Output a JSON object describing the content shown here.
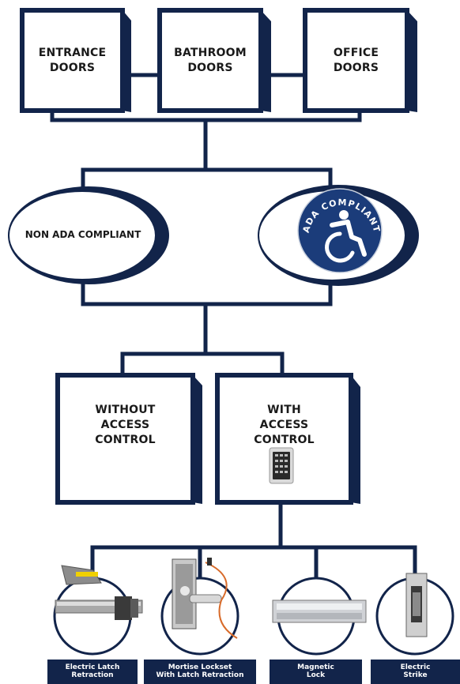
{
  "doors": [
    {
      "line1": "ENTRANCE",
      "line2": "DOORS"
    },
    {
      "line1": "BATHROOM",
      "line2": "DOORS"
    },
    {
      "line1": "OFFICE",
      "line2": "DOORS"
    }
  ],
  "compliance": {
    "non_ada": "NON ADA COMPLIANT",
    "ada_badge_text": "ADA COMPLIANT"
  },
  "access": [
    {
      "line1": "WITHOUT",
      "line2": "ACCESS",
      "line3": "CONTROL"
    },
    {
      "line1": "WITH",
      "line2": "ACCESS",
      "line3": "CONTROL"
    }
  ],
  "hardware": [
    {
      "line1": "Electric Latch",
      "line2": "Retraction"
    },
    {
      "line1": "Mortise Lockset",
      "line2": "With Latch Retraction"
    },
    {
      "line1": "Magnetic",
      "line2": "Lock"
    },
    {
      "line1": "Electric",
      "line2": "Strike"
    }
  ],
  "colors": {
    "navy": "#12244a",
    "badge": "#1b3c7a"
  },
  "icons": [
    "wheelchair-accessibility-icon",
    "keypad-icon",
    "electric-latch-retraction-icon",
    "mortise-lockset-icon",
    "magnetic-lock-icon",
    "electric-strike-icon"
  ]
}
